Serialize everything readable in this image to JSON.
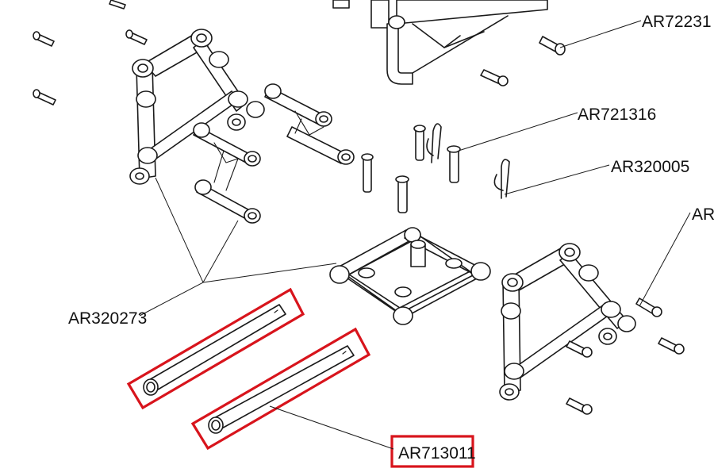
{
  "labels": {
    "top_right": "AR72231",
    "pin_screw": "AR721316",
    "clip": "AR320005",
    "right_edge": "AR",
    "mount": "AR320273",
    "shaft": "AR713011"
  },
  "colors": {
    "line": "#1a1a1a",
    "highlight": "#d8141c",
    "background": "#ffffff"
  }
}
